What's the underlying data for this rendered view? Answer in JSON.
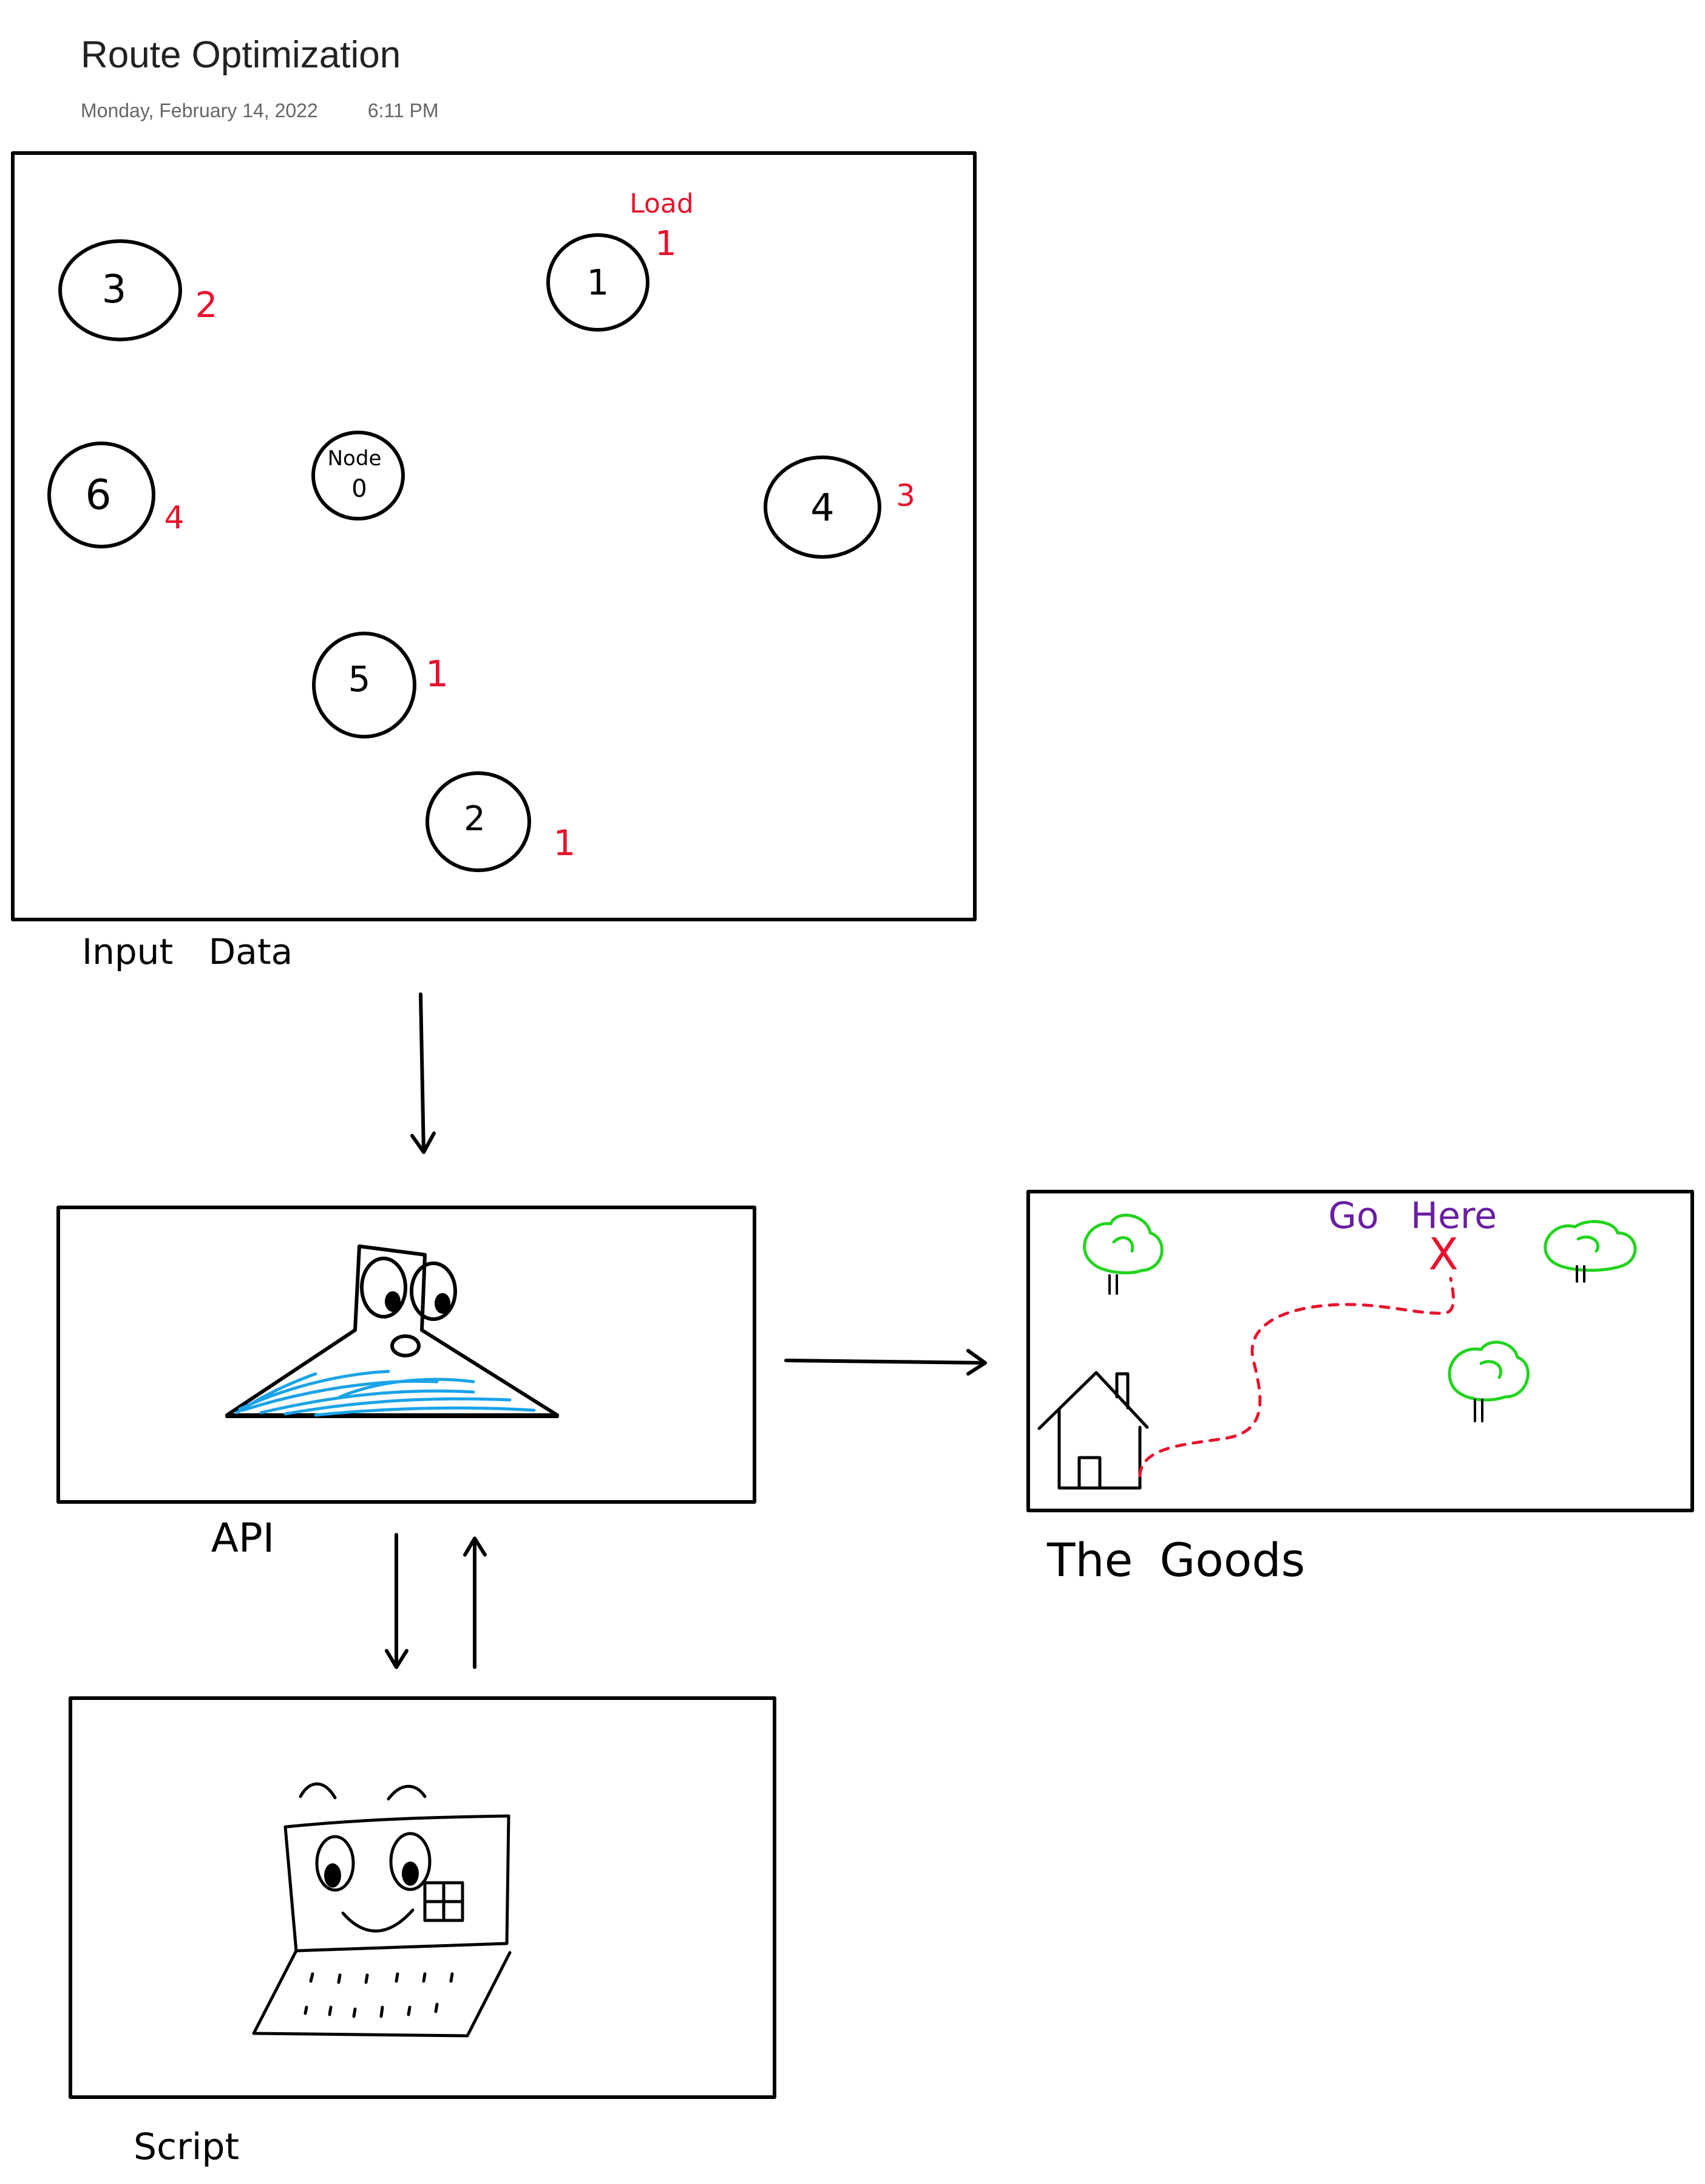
{
  "page": {
    "title": "Route Optimization",
    "date": "Monday, February 14, 2022",
    "time": "6:11 PM"
  },
  "colors": {
    "ink": "#000000",
    "load": "#e8112d",
    "water": "#1aa3e8",
    "tree": "#22d41e",
    "destination_text": "#6a1fa3",
    "path": "#e8112d"
  },
  "input_data": {
    "caption": "Input Data",
    "load_heading": "Load",
    "depot_label": "Node",
    "depot_number": "0",
    "nodes": [
      {
        "id": "1",
        "load": "1"
      },
      {
        "id": "2",
        "load": "1"
      },
      {
        "id": "3",
        "load": "2"
      },
      {
        "id": "4",
        "load": "3"
      },
      {
        "id": "5",
        "load": "1"
      },
      {
        "id": "6",
        "load": "4"
      }
    ]
  },
  "api": {
    "caption": "API",
    "icon": "flask-character-icon"
  },
  "script": {
    "caption": "Script",
    "icon": "laptop-character-icon"
  },
  "output": {
    "caption": "The Goods",
    "destination_label_1": "Go",
    "destination_label_2": "Here",
    "destination_mark": "X",
    "icons": [
      "house-icon",
      "tree-icon",
      "dashed-route-path"
    ]
  }
}
